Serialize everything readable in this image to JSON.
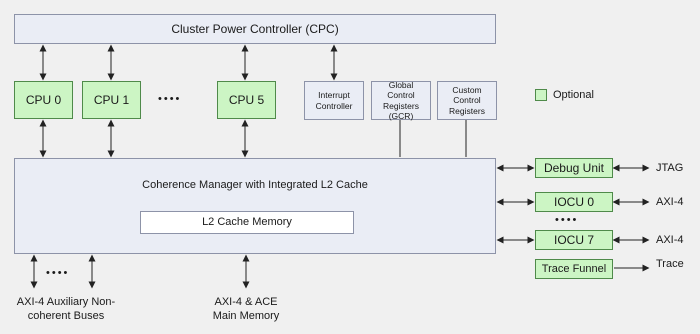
{
  "cpc": "Cluster Power Controller (CPC)",
  "cpus": [
    "CPU 0",
    "CPU 1",
    "CPU 5"
  ],
  "interrupt_controller": "Interrupt\nController",
  "gcr": "Global\nControl\nRegisters\n(GCR)",
  "custom_registers": "Custom\nControl\nRegisters",
  "legend_optional": "Optional",
  "coherence_manager": "Coherence Manager with Integrated L2 Cache",
  "l2_memory": "L2 Cache Memory",
  "debug_unit": "Debug Unit",
  "iocu0": "IOCU 0",
  "iocu7": "IOCU 7",
  "trace_funnel": "Trace Funnel",
  "jtag": "JTAG",
  "axi4_a": "AXI-4",
  "axi4_b": "AXI-4",
  "trace": "Trace",
  "aux_buses": "AXI-4 Auxiliary Non-\ncoherent Buses",
  "main_memory": "AXI-4 & ACE\nMain Memory",
  "ellipsis": "••••",
  "colors": {
    "core_fill": "#eaedf5",
    "optional_fill": "#ccf5c4",
    "memory_fill": "#ffffff"
  }
}
